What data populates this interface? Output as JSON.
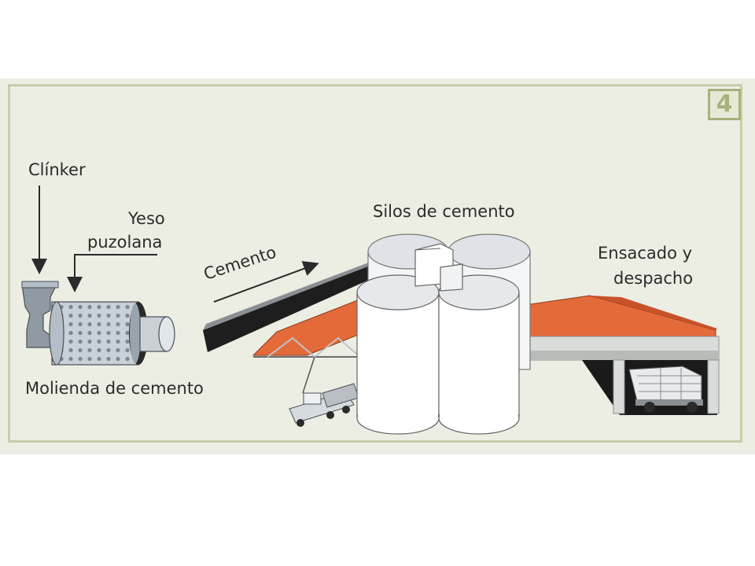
{
  "badge": "4",
  "labels": {
    "clinker": "Clínker",
    "yeso": "Yeso",
    "puzolana": "puzolana",
    "cemento": "Cemento",
    "silos": "Silos de cemento",
    "ensacado": "Ensacado y",
    "despacho": "despacho",
    "molienda": "Molienda de cemento"
  },
  "colors": {
    "panel": "#eceee4",
    "frame": "#c9cca8",
    "badge": "#aab07c",
    "roof": "#e56a3a",
    "silo": "#ffffff",
    "conveyor": "#1e1e1e",
    "mill": "#9aa4ad"
  }
}
